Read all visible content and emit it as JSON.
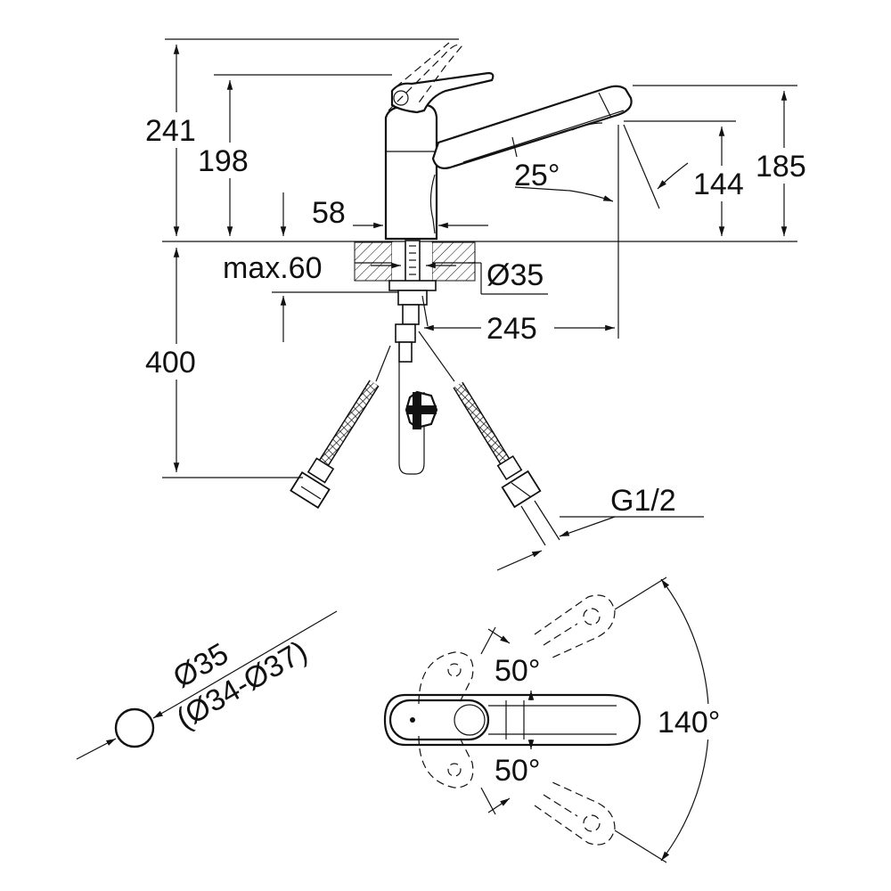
{
  "drawing": {
    "dimensions": {
      "height_241": "241",
      "height_198": "198",
      "base_58": "58",
      "max_thickness": "max.60",
      "hole_diameter": "Ø35",
      "reach_245": "245",
      "height_400": "400",
      "spout_185": "185",
      "spout_144": "144",
      "spout_angle": "25°",
      "thread": "G1/2",
      "hole_dia_label": "Ø35",
      "hole_range_label": "(Ø34-Ø37)",
      "lever_angle_up": "50°",
      "lever_angle_down": "50°",
      "swivel_angle": "140°"
    }
  }
}
